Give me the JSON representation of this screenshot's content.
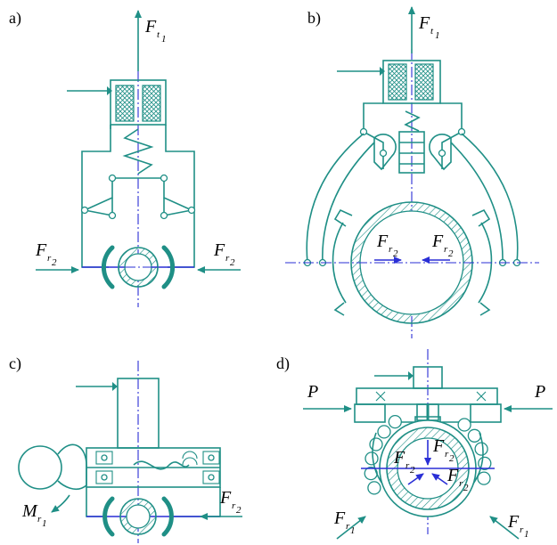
{
  "panels": [
    {
      "id": "a",
      "label": "a)"
    },
    {
      "id": "b",
      "label": "b)"
    },
    {
      "id": "c",
      "label": "c)"
    },
    {
      "id": "d",
      "label": "d)"
    }
  ],
  "symbols": {
    "F": "F",
    "M": "M",
    "P": "P",
    "t1": "t",
    "t1_index": "1",
    "r2": "r",
    "r2_index": "2",
    "r1": "r",
    "r1_index": "1"
  },
  "colors": {
    "line": "#1f8f86",
    "axis": "#2a2fd6",
    "text": "#000000"
  }
}
